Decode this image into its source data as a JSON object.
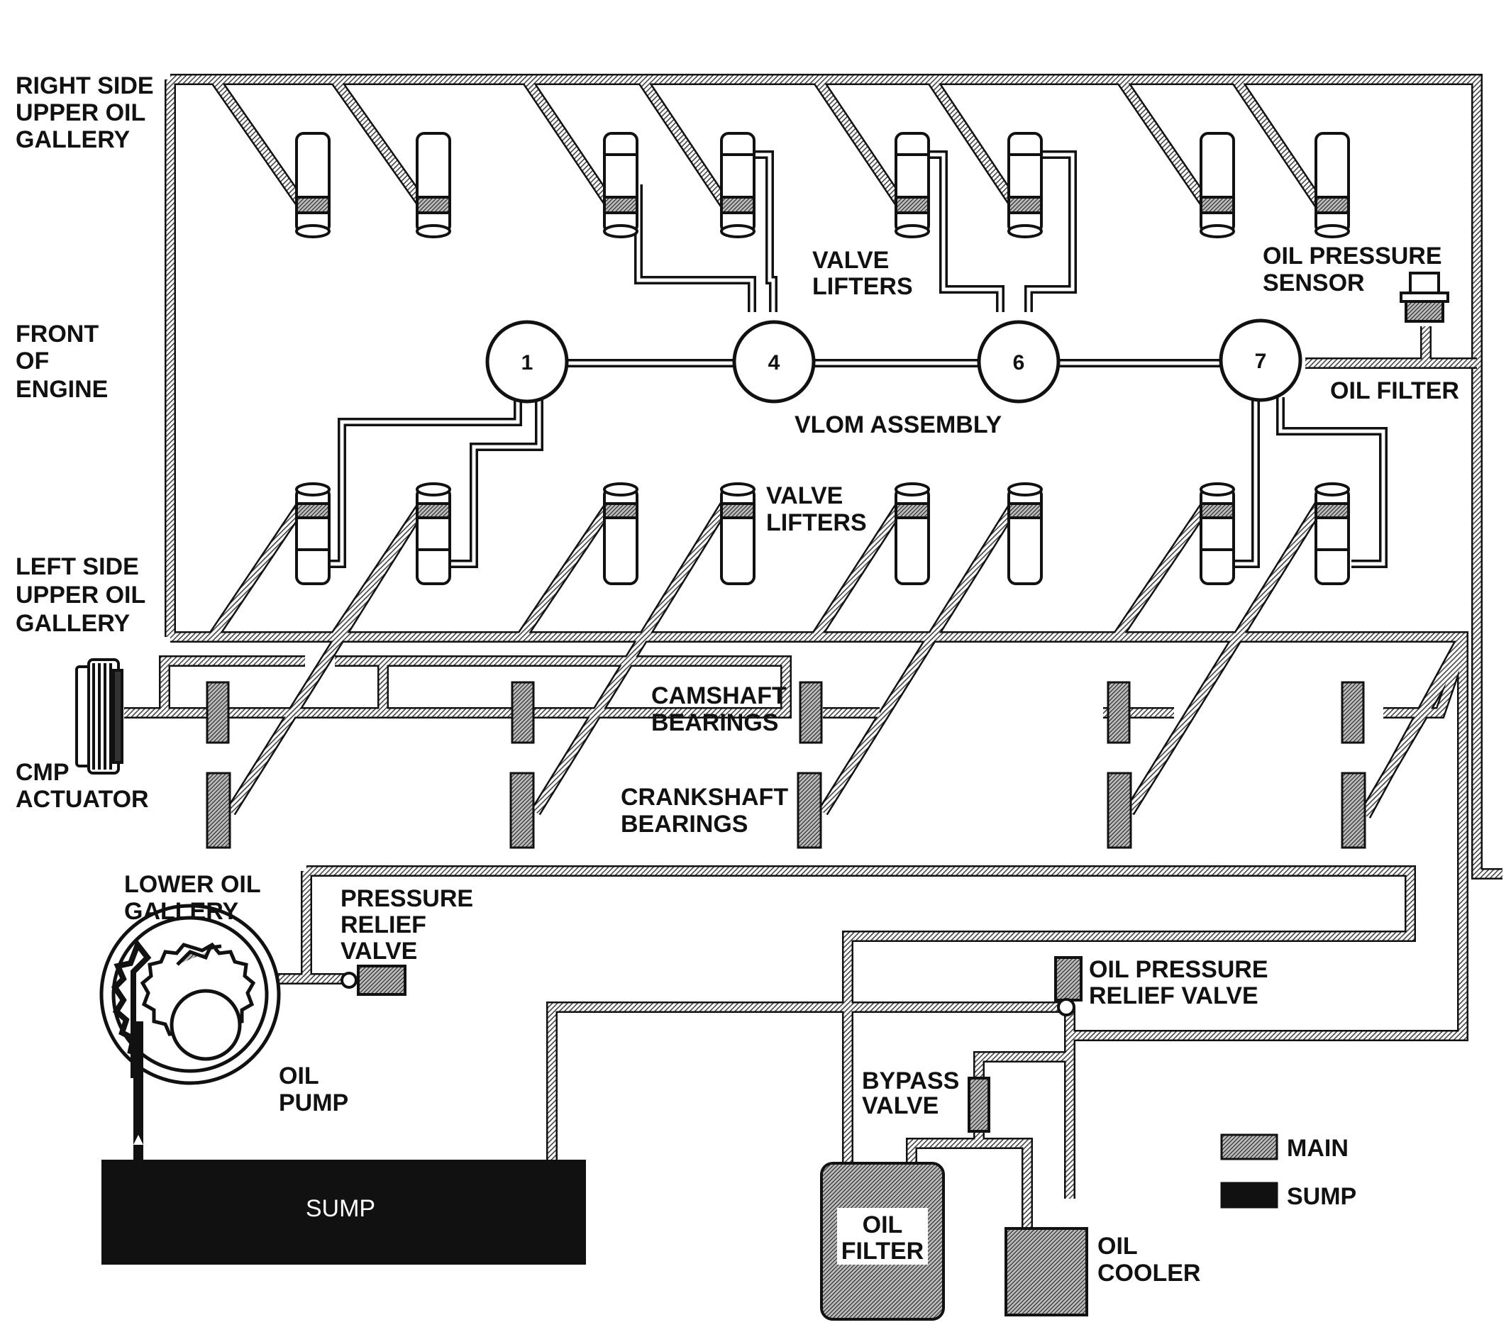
{
  "labels": {
    "right_gallery": [
      "RIGHT SIDE",
      "UPPER OIL",
      "GALLERY"
    ],
    "front": [
      "FRONT",
      "OF",
      "ENGINE"
    ],
    "left_gallery": [
      "LEFT SIDE",
      "UPPER OIL",
      "GALLERY"
    ],
    "cmp": [
      "CMP",
      "ACTUATOR"
    ],
    "lower_gallery": [
      "LOWER OIL",
      "GALLERY"
    ],
    "relief": [
      "PRESSURE",
      "RELIEF",
      "VALVE"
    ],
    "oil_pump": [
      "OIL",
      "PUMP"
    ],
    "sump": "SUMP",
    "valve_lifters_top": [
      "VALVE",
      "LIFTERS"
    ],
    "valve_lifters_bottom": [
      "VALVE",
      "LIFTERS"
    ],
    "vlom": "VLOM ASSEMBLY",
    "oil_pressure_sensor": [
      "OIL PRESSURE",
      "SENSOR"
    ],
    "oil_filter_right": "OIL FILTER",
    "camshaft": [
      "CAMSHAFT",
      "BEARINGS"
    ],
    "crankshaft": [
      "CRANKSHAFT",
      "BEARINGS"
    ],
    "oil_pressure_relief": [
      "OIL PRESSURE",
      "RELIEF VALVE"
    ],
    "bypass": [
      "BYPASS",
      "VALVE"
    ],
    "oil_filter": [
      "OIL",
      "FILTER"
    ],
    "oil_cooler": [
      "OIL",
      "COOLER"
    ]
  },
  "vlom_nodes": [
    "1",
    "4",
    "6",
    "7"
  ],
  "legend": [
    {
      "label": "MAIN",
      "pattern": "hatch"
    },
    {
      "label": "SUMP",
      "pattern": "solid"
    }
  ],
  "colors": {
    "ink": "#111111",
    "paper": "#ffffff"
  }
}
